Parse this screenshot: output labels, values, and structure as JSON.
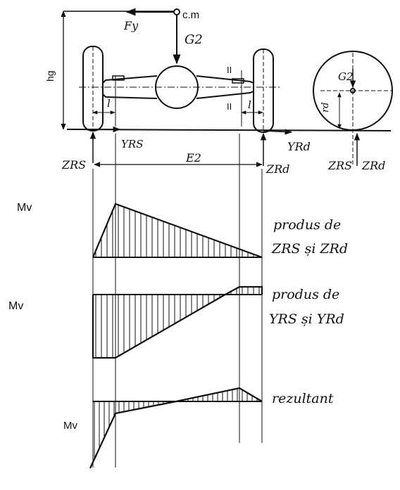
{
  "labels": {
    "cm": "c.m",
    "fy": "Fy",
    "g2_top": "G2",
    "hg": "hg",
    "section_top": "II",
    "section_bottom": "II",
    "l_left": "l",
    "l_right": "l",
    "g2_wheel": "G2",
    "rd": "rd",
    "yrs": "YRS",
    "yrd": "YRd",
    "zrs": "ZRS",
    "zrd": "ZRd",
    "e2": "E2",
    "zrs_wheel": "ZRS",
    "zrd_wheel": "ZRd"
  },
  "diagrams": [
    {
      "axis_label": "Mv",
      "caption_line1": "produs de",
      "caption_line2": "ZRS și ZRd"
    },
    {
      "axis_label": "Mv",
      "caption_line1": "produs de",
      "caption_line2": "YRS și YRd"
    },
    {
      "axis_label": "Mv",
      "caption_line1": "rezultant",
      "caption_line2": ""
    }
  ],
  "colors": {
    "ink": "#111111",
    "paper": "#ffffff"
  }
}
